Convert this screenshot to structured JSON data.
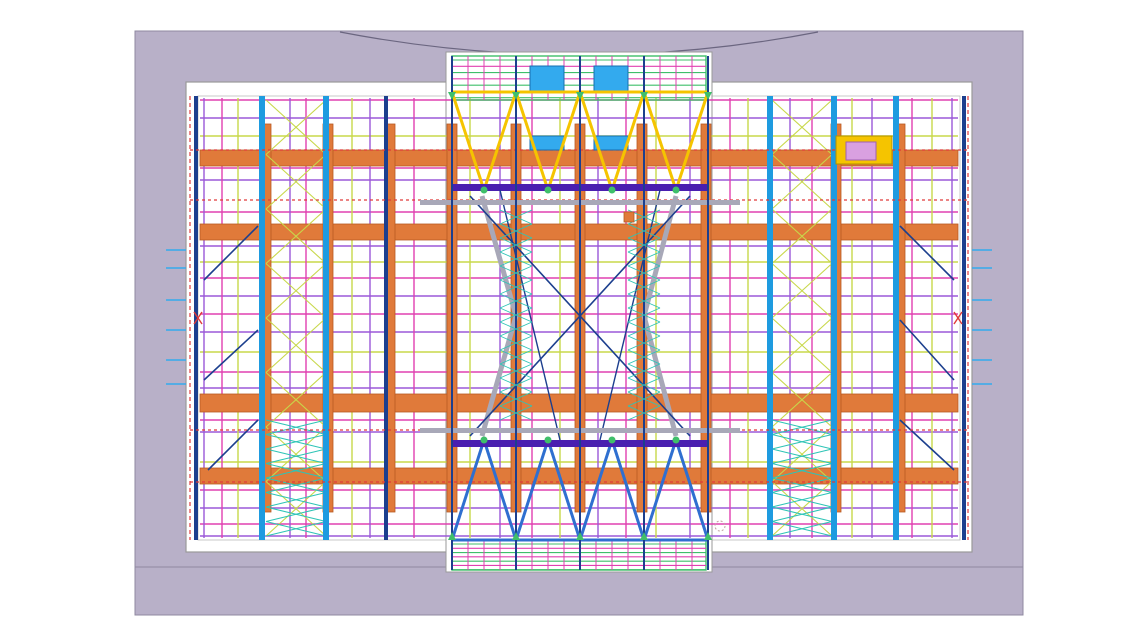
{
  "view": {
    "kind": "structural-plan-view",
    "background_color": "#ffffff"
  },
  "colors": {
    "site": "#b8b0c8",
    "site_edge": "#8f89a0",
    "interior": "#ffffff",
    "frame_outline": "#9a9a9a",
    "orange_beam": "#e07a3a",
    "orange_beam_edge": "#b85a24",
    "blue_column": "#1e9be0",
    "navy_column": "#1c3f8e",
    "magenta": "#e040b0",
    "violet": "#9b59d8",
    "yellow_green": "#c8d84a",
    "green": "#3fbf6a",
    "teal": "#2ec4b6",
    "yellow": "#f5c400",
    "purple_beam": "#4a1fb0",
    "gray_brace": "#a8a8b8",
    "red": "#e03a3a",
    "light_blue": "#33aaee",
    "pink_patch": "#d9a0e0",
    "tower_blue": "#2f6fd0"
  },
  "icons": {
    "marker": "red-x-marker",
    "skylight": "blue-skylight-panel",
    "node": "green-node-marker"
  }
}
